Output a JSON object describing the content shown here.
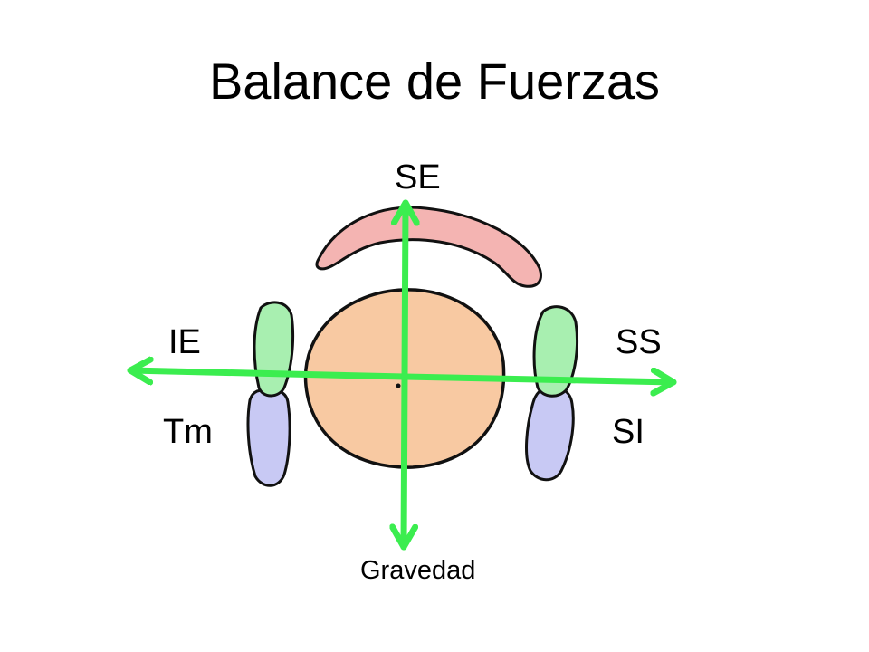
{
  "title": "Balance de Fuerzas",
  "labels": {
    "top": "SE",
    "left_upper": "IE",
    "right_upper": "SS",
    "left_lower": "Tm",
    "right_lower": "SI",
    "bottom": "Gravedad"
  },
  "colors": {
    "arrow": "#3bed4f",
    "upper_arc": "#f4b4b2",
    "center_body": "#f8c9a2",
    "upper_pads": "#a8efb0",
    "lower_pads": "#c8c9f4",
    "outline": "#111111"
  }
}
